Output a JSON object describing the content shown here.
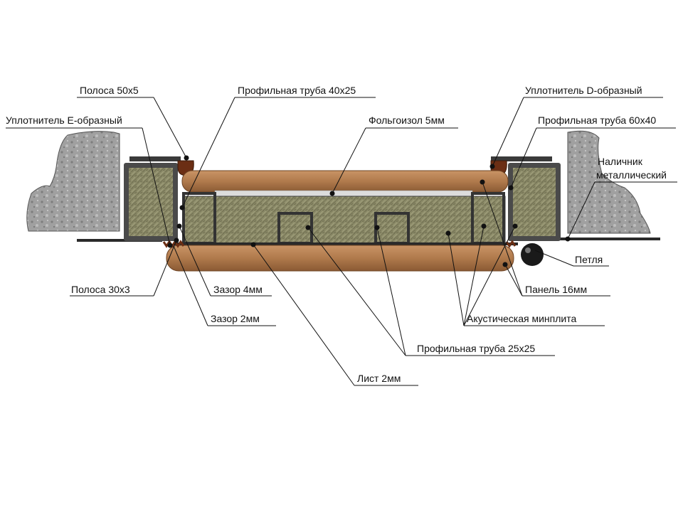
{
  "labels": {
    "strip_50x5": "Полоса 50х5",
    "seal_e": "Уплотнитель Е-образный",
    "tube_40x25": "Профильная труба 40х25",
    "foil_izol": "Фольгоизол 5мм",
    "seal_d": "Уплотнитель D-образный",
    "tube_60x40": "Профильная труба 60х40",
    "trim_line1": "Наличник",
    "trim_line2": "металлический",
    "hinge": "Петля",
    "strip_30x3": "Полоса 30х3",
    "gap_4": "Зазор 4мм",
    "gap_2": "Зазор 2мм",
    "panel_16": "Панель 16мм",
    "acoustic": "Акустическая минплита",
    "tube_25x25": "Профильная труба 25х25",
    "sheet_2": "Лист 2мм"
  },
  "colors": {
    "wood": "#b07a4c",
    "wood_dark": "#8a5a34",
    "wool": "#8a8a6a",
    "steel": "#3a3a3a",
    "concrete": "#9a9a9a",
    "foil": "#d8d8d8",
    "seal": "#7a3a1c"
  }
}
